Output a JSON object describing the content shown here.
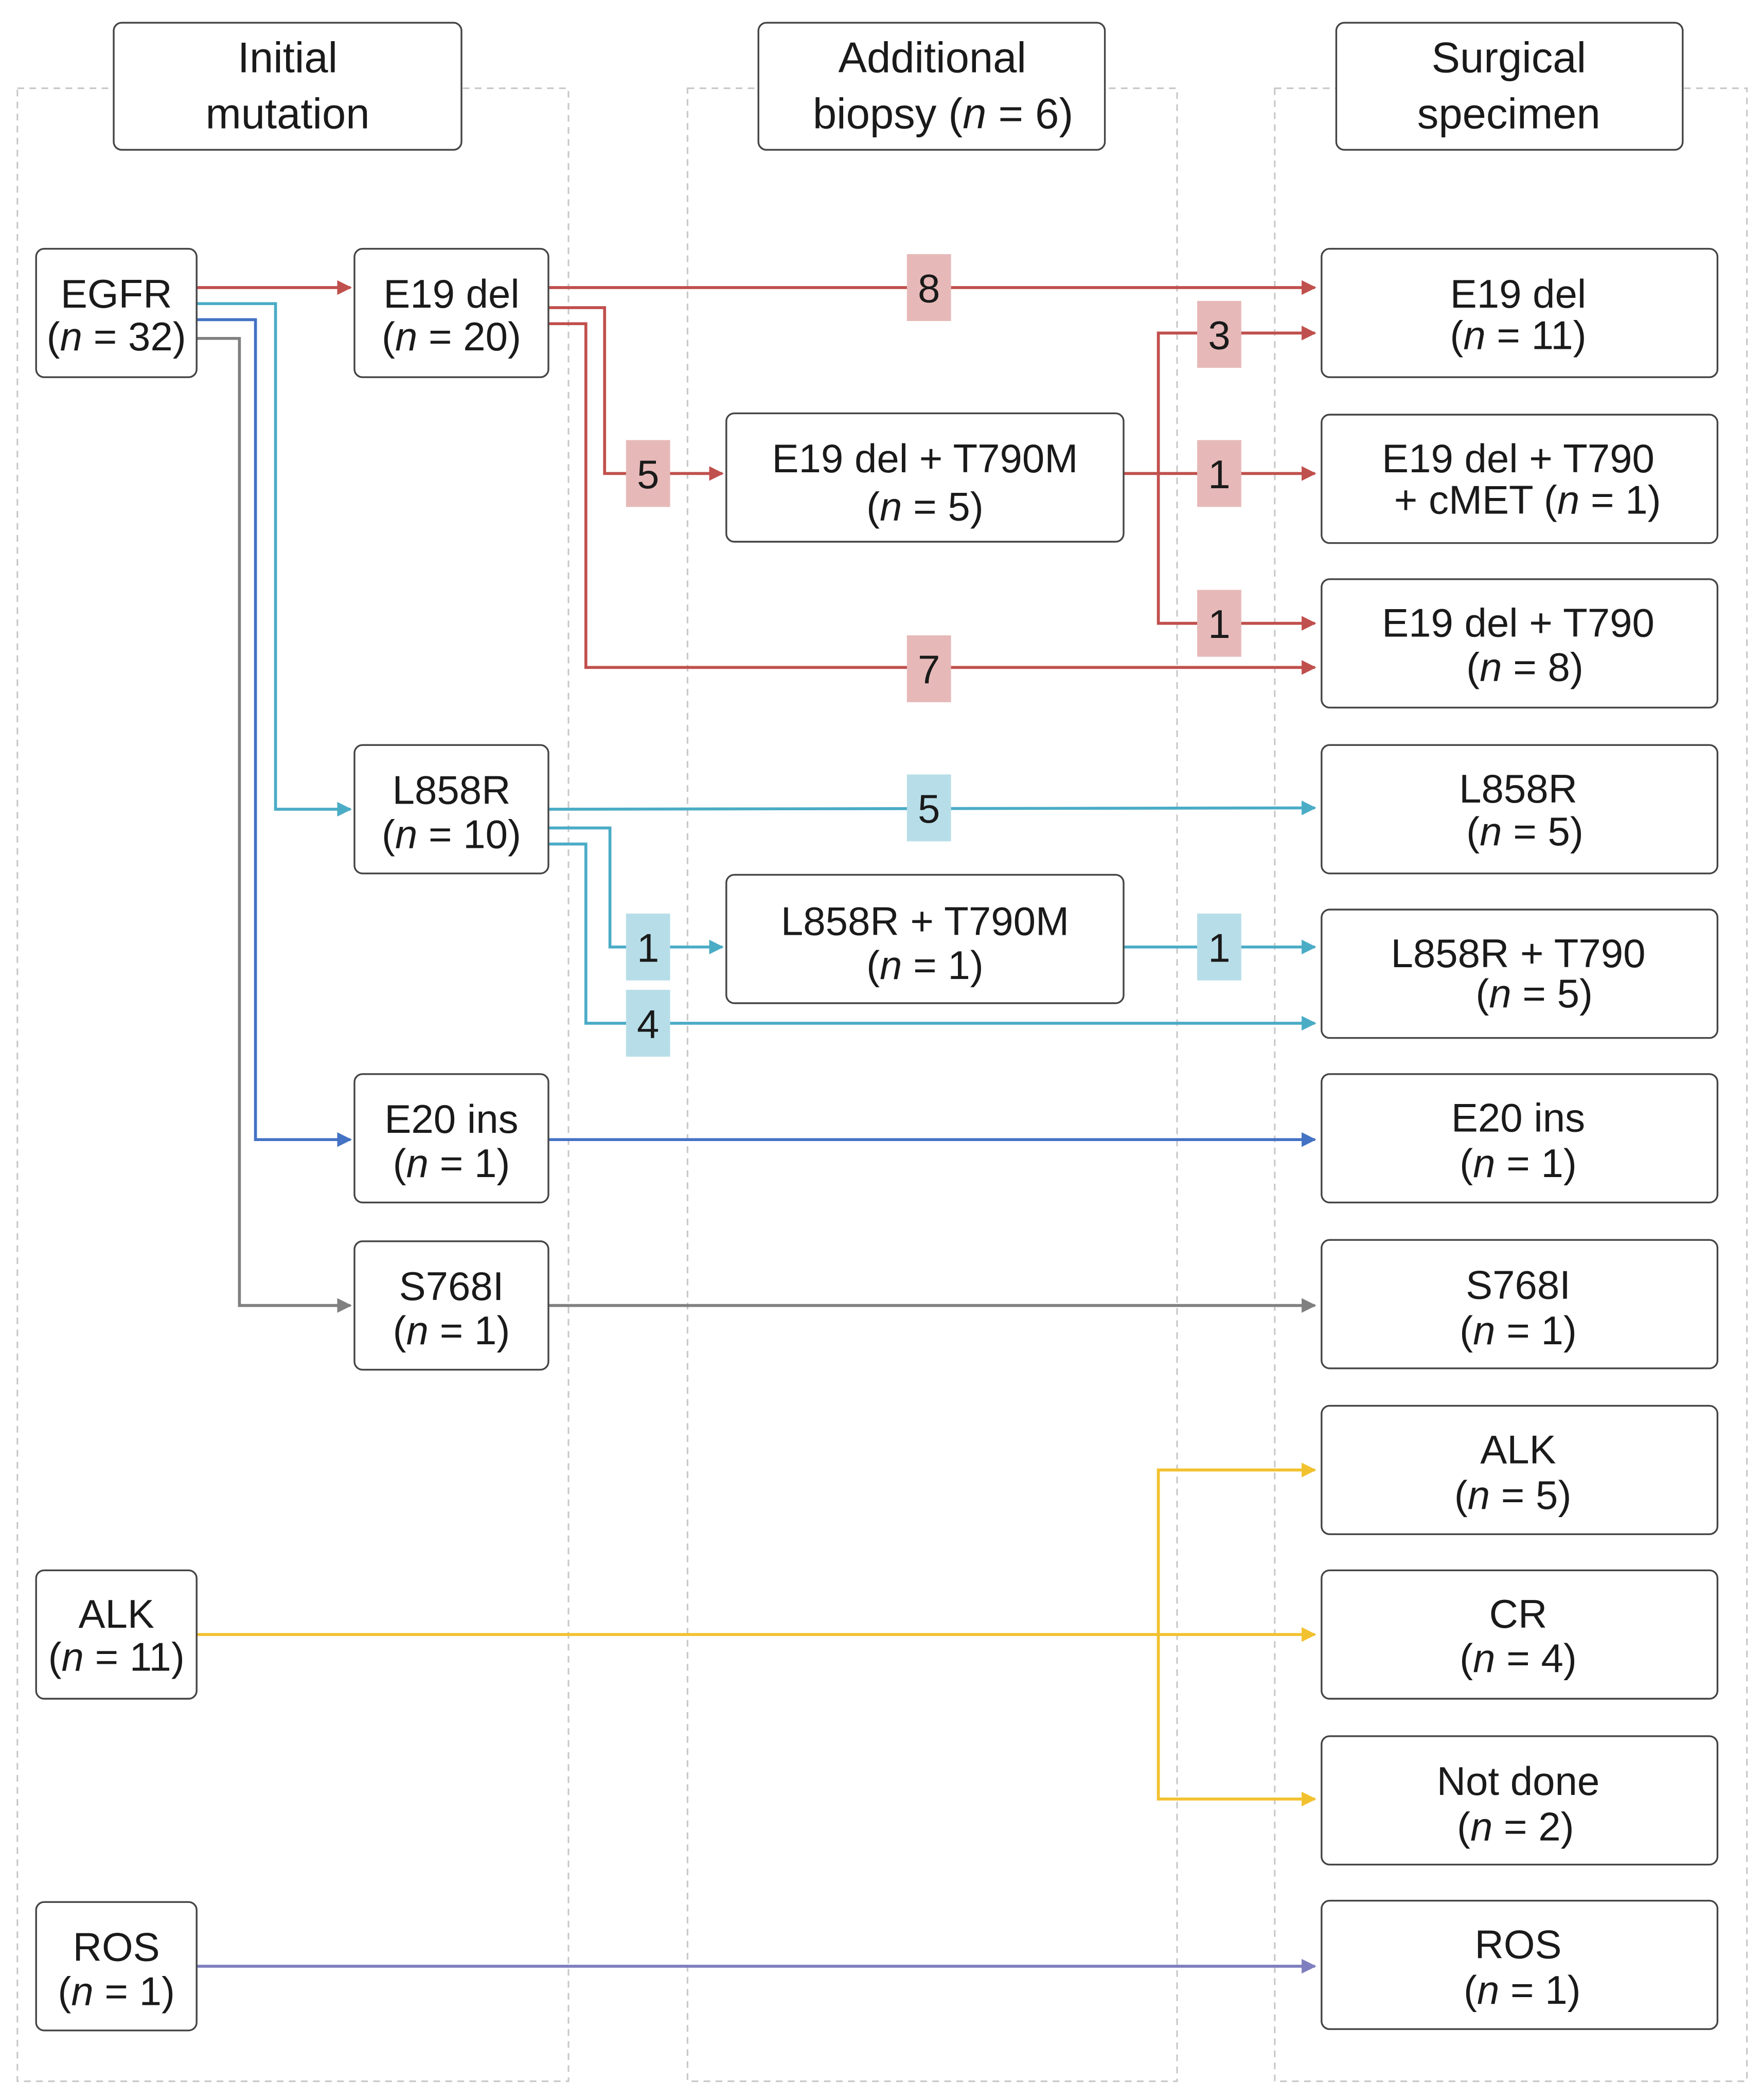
{
  "columns": {
    "initial": [
      "Initial",
      "mutation"
    ],
    "biopsy": [
      "Additional",
      "biopsy (",
      "n",
      " = 6)"
    ],
    "surgical": [
      "Surgical",
      "specimen"
    ]
  },
  "nodes": {
    "egfr": {
      "name": "EGFR",
      "n": "32"
    },
    "e19": {
      "name": "E19 del",
      "n": "20"
    },
    "l858": {
      "name": "L858R",
      "n": "10"
    },
    "e20": {
      "name": "E20 ins",
      "n": "1"
    },
    "s768": {
      "name": "S768I",
      "n": "1"
    },
    "alk": {
      "name": "ALK",
      "n": "11"
    },
    "ros": {
      "name": "ROS",
      "n": "1"
    },
    "b_e19": {
      "name": "E19 del + T790M",
      "n": "5"
    },
    "b_l858": {
      "name": "L858R + T790M",
      "n": "1"
    },
    "s_e19": {
      "name": "E19 del",
      "n": "11"
    },
    "s_e19_cmet": {
      "line1": "E19 del + T790",
      "line2_prefix": "+ cMET (",
      "n": "1"
    },
    "s_e19_t790": {
      "name": "E19 del + T790",
      "n": "8"
    },
    "s_l858": {
      "name": "L858R",
      "n": "5"
    },
    "s_l858_t790": {
      "name": "L858R + T790",
      "n": "5"
    },
    "s_e20": {
      "name": "E20 ins",
      "n": "1"
    },
    "s_s768": {
      "name": "S768I",
      "n": "1"
    },
    "s_alk": {
      "name": "ALK",
      "n": "5"
    },
    "s_cr": {
      "name": "CR",
      "n": "4"
    },
    "s_notdone": {
      "name": "Not done",
      "n": "2"
    },
    "s_ros": {
      "name": "ROS",
      "n": "1"
    }
  },
  "count_labels": {
    "e19_direct": "8",
    "e19_to_biopsy": "5",
    "b_e19_to_s_e19": "3",
    "b_e19_to_cmet": "1",
    "b_e19_to_t790": "1",
    "e19_to_t790": "7",
    "l858_direct": "5",
    "l858_to_biopsy": "1",
    "b_l858_to_t790": "1",
    "l858_to_t790": "4"
  },
  "colors": {
    "e19_red": "#c0504d",
    "e19_badge": "#e6b9b8",
    "l858_cyan": "#4bacc6",
    "l858_badge": "#b7dee8",
    "e20_blue": "#4472c4",
    "s768_gray": "#808080",
    "alk_yellow": "#f2c12e",
    "ros_purple": "#7f7fbf"
  }
}
